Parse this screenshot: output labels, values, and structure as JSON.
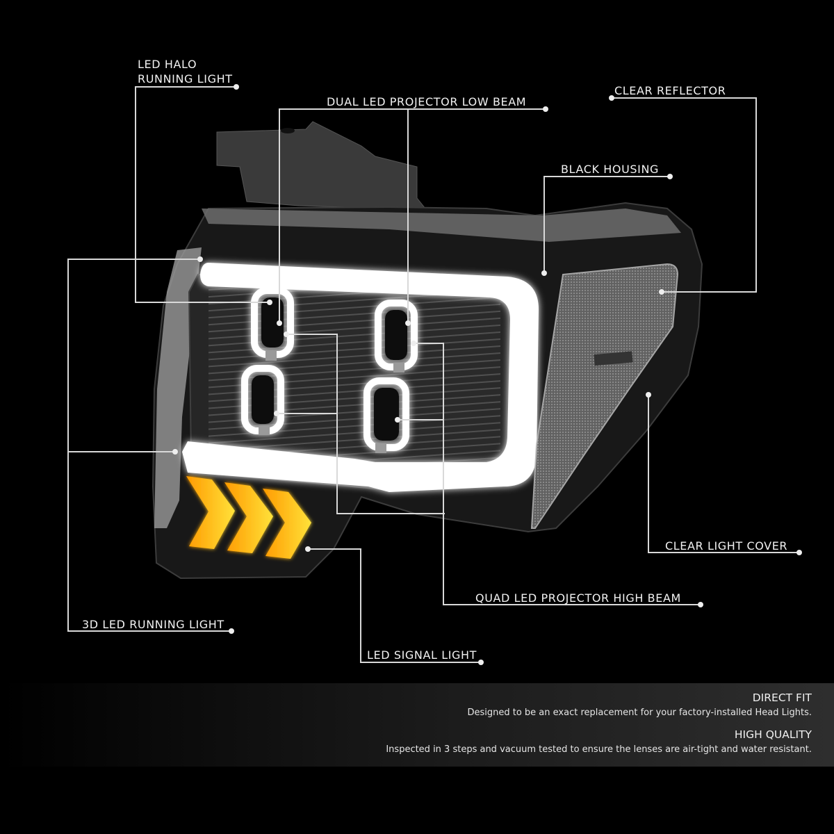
{
  "product": "LED headlight assembly (black housing, clear reflector)",
  "callouts": {
    "led_halo_line1": "LED HALO",
    "led_halo_line2": "RUNNING LIGHT",
    "dual_led_low_beam": "DUAL LED PROJECTOR LOW BEAM",
    "clear_reflector": "CLEAR REFLECTOR",
    "black_housing": "BLACK HOUSING",
    "clear_light_cover": "CLEAR LIGHT COVER",
    "quad_led_high_beam": "QUAD LED PROJECTOR HIGH BEAM",
    "led_running_3d": "3D LED RUNNING LIGHT",
    "led_signal_light": "LED SIGNAL LIGHT"
  },
  "features": [
    {
      "title": "DIRECT FIT",
      "description": "Designed to be an exact replacement for your factory-installed Head Lights."
    },
    {
      "title": "HIGH QUALITY",
      "description": "Inspected in 3 steps and vacuum tested to ensure the lenses are air-tight and water resistant."
    }
  ],
  "colors": {
    "background": "#000000",
    "leader_line": "#d9d9d9",
    "halo_white": "#ffffff",
    "signal_amber": "#ffb300",
    "housing": "#2b2b2b"
  }
}
